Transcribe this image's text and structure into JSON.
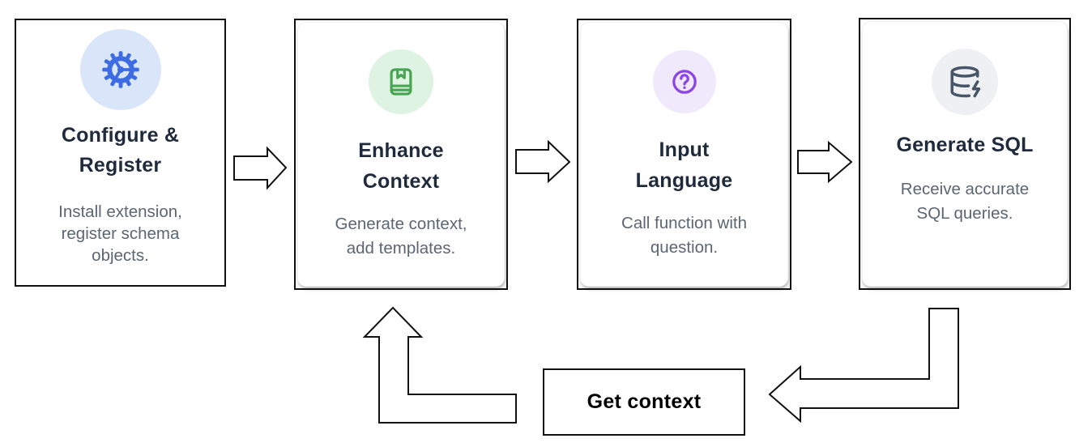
{
  "flow": {
    "cards": [
      {
        "title": "Configure & Register",
        "title_lines": [
          "Configure &",
          "Register"
        ],
        "description": "Install extension, register schema objects.",
        "desc_lines": [
          "Install extension,",
          "register schema",
          "objects."
        ],
        "icon": "gear-icon",
        "icon_color": "#3d6be4",
        "icon_bg": "#d9e5f8"
      },
      {
        "title": "Enhance Context",
        "title_lines": [
          "Enhance",
          "Context"
        ],
        "description": "Generate context, add templates.",
        "desc_lines": [
          "Generate context,",
          "add templates."
        ],
        "icon": "book-marked-icon",
        "icon_color": "#47a552",
        "icon_bg": "#def3e1"
      },
      {
        "title": "Input Language",
        "title_lines": [
          "Input",
          "Language"
        ],
        "description": "Call function with question.",
        "desc_lines": [
          "Call function with",
          "question."
        ],
        "icon": "help-circle-icon",
        "icon_color": "#8b46e4",
        "icon_bg": "#f0e9fc"
      },
      {
        "title": "Generate SQL",
        "title_lines": [
          "Generate SQL"
        ],
        "description": "Receive accurate SQL queries.",
        "desc_lines": [
          "Receive accurate",
          "SQL queries."
        ],
        "icon": "database-zap-icon",
        "icon_color": "#475569",
        "icon_bg": "#eef0f3"
      }
    ],
    "connectors": {
      "forward_arrows": [
        "Configure & Register → Enhance Context",
        "Enhance Context → Input Language",
        "Input Language → Generate SQL"
      ],
      "loop": {
        "label": "Get context",
        "path": "Generate SQL → Get context → Enhance Context"
      }
    },
    "colors": {
      "card_border": "#111111",
      "title_text": "#1f2a3c",
      "description_text": "#5b6673",
      "arrow_outline": "#111111",
      "loop_label_text": "#000000"
    }
  }
}
